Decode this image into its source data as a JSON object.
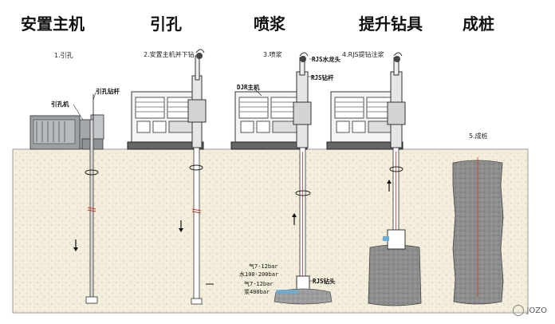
{
  "headers": {
    "h1": "安置主机",
    "h2": "引孔",
    "h3": "喷浆",
    "h4": "提升钻具",
    "h5": "成桩"
  },
  "captions": {
    "c1": "1.引孔",
    "c2": "2.安置主机并下钻",
    "c3": "3.喷浆",
    "c4": "4.RJS提钻注浆",
    "c5": "5.成桩"
  },
  "labels": {
    "drill_machine": "引孔机",
    "drill_rod": "引孔钻杆",
    "rjs_swivel": "RJS水龙头",
    "rjs_rod": "RJS钻杆",
    "djr_host": "DJR主机",
    "rjs_bit": "RJS钻头",
    "param1": "气7-12bar",
    "param2": "水100-200bar",
    "param3": "气7-12bar",
    "param4": "浆400bar"
  },
  "watermark": "JOZO",
  "colors": {
    "soil": "#f3eedb",
    "soil_dots": "#c9bf9b",
    "pile": "#8f8f8f",
    "water": "#6aaed6"
  }
}
